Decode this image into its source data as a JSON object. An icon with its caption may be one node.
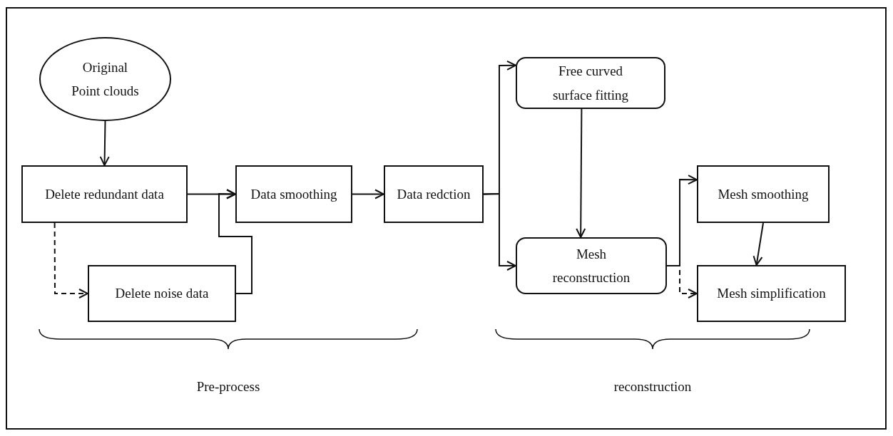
{
  "diagram": {
    "nodes": [
      {
        "text": [
          "Original Point clouds"
        ]
      },
      {
        "text": [
          "Delete redundant data"
        ]
      },
      {
        "text": [
          "Delete noise data"
        ]
      },
      {
        "text": [
          "Data smoothing"
        ]
      },
      {
        "text": [
          "Data redction"
        ]
      },
      {
        "text": [
          "Free curved surface fitting"
        ]
      },
      {
        "text": [
          "Mesh reconstruction"
        ]
      },
      {
        "text": [
          "Mesh smoothing"
        ]
      },
      {
        "text": [
          "Mesh simplification"
        ]
      }
    ],
    "edges": [
      {
        "from": 0,
        "to": 1,
        "arrow": "to"
      },
      {
        "from": 1,
        "to": 3,
        "arrow": "to"
      },
      {
        "from": 1,
        "to": 2,
        "arrow": "to",
        "style": "dashed"
      },
      {
        "from": 2,
        "to": 3,
        "arrow": "to"
      },
      {
        "from": 3,
        "to": 4,
        "arrow": "to"
      },
      {
        "from": 4,
        "to": 5,
        "arrow": "to"
      },
      {
        "from": 4,
        "to": 6,
        "arrow": "to"
      },
      {
        "from": 5,
        "to": 6,
        "arrow": "to"
      },
      {
        "from": 6,
        "to": 7,
        "arrow": "to"
      },
      {
        "from": 6,
        "to": 8,
        "arrow": "to",
        "style": "dashed"
      },
      {
        "from": 7,
        "to": 8,
        "arrow": "to"
      }
    ],
    "labels": [
      "Pre-process",
      "reconstruction"
    ]
  }
}
